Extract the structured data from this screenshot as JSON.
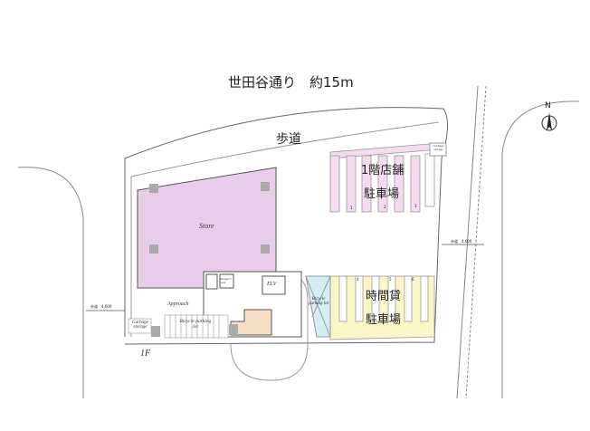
{
  "street_title": "世田谷通り　約15m",
  "sidewalk_label": "歩道",
  "floor_label": "1F",
  "north_label": "N",
  "rooms": {
    "store": "Store",
    "approach": "Approach",
    "elevator": "ELV",
    "managers_room": "Manager's room",
    "garbage_left": "Garbage storage",
    "garbage_right": "Garbage storage",
    "bicycle_left": "Bicycle parking lot",
    "bicycle_right": "Bicycle parking lot"
  },
  "store_parking": {
    "line1": "1階店舗",
    "line2": "駐車場",
    "space_numbers": [
      "1",
      "2",
      "3"
    ]
  },
  "hourly_parking": {
    "line1": "時間貸",
    "line2": "駐車場",
    "space_numbers": [
      "4",
      "5",
      "6"
    ]
  },
  "dimensions": {
    "left": "歩道　4,000",
    "right": "歩道　4,000"
  },
  "colors": {
    "store": "#e8cdea",
    "store_parking": "#f3dcf0",
    "hourly_parking": "#fbf6c8",
    "bicycle": "#d4eef4",
    "stair_room": "#f4dfc4"
  }
}
